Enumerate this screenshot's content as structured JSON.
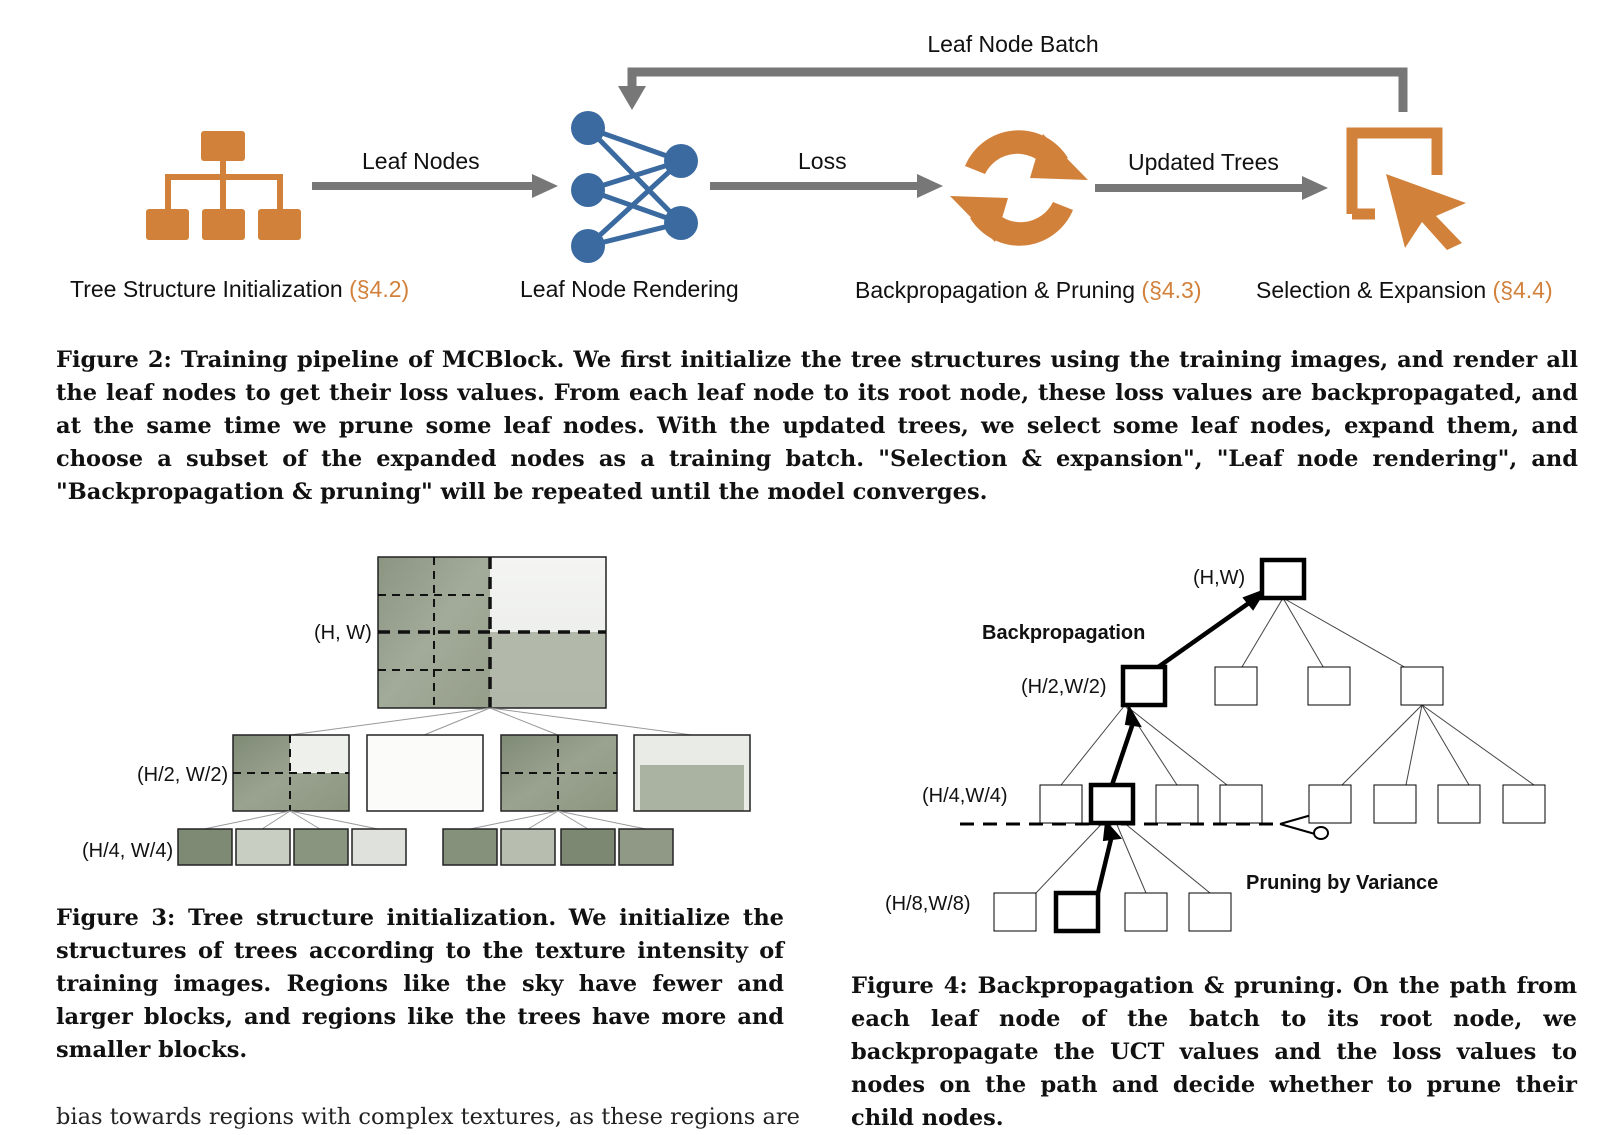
{
  "fig2": {
    "feedback_label": "Leaf Node Batch",
    "arrow_labels": [
      "Leaf Nodes",
      "Loss",
      "Updated Trees"
    ],
    "stages": [
      {
        "name": "Tree Structure Initialization",
        "ref": "(§4.2)",
        "icon": "tree-structure-icon"
      },
      {
        "name": "Leaf Node Rendering",
        "ref": "",
        "icon": "neural-network-icon"
      },
      {
        "name": "Backpropagation & Pruning",
        "ref": "(§4.3)",
        "icon": "refresh-cycle-icon"
      },
      {
        "name": "Selection & Expansion",
        "ref": "(§4.4)",
        "icon": "select-cursor-icon"
      }
    ],
    "colors": {
      "orange": "#d2813b",
      "blue": "#3a6aa0",
      "arrow": "#777777"
    },
    "caption": "Figure 2: Training pipeline of MCBlock. We first initialize the tree structures using the training images, and render all the leaf nodes to get their loss values. From each leaf node to its root node, these loss values are backpropagated, and at the same time we prune some leaf nodes. With the updated trees, we select some leaf nodes, expand them, and choose a subset of the expanded nodes as a training batch. \"Selection & expansion\", \"Leaf node rendering\", and \"Backpropagation & pruning\" will be repeated until the model converges."
  },
  "fig3": {
    "level_labels": [
      "(H, W)",
      "(H/2, W/2)",
      "(H/4, W/4)"
    ],
    "caption": "Figure 3: Tree structure initialization. We initialize the structures of trees according to the texture intensity of training images. Regions like the sky have fewer and larger blocks, and regions like the trees have more and smaller blocks."
  },
  "fig4": {
    "level_labels": [
      "(H,W)",
      "(H/2,W/2)",
      "(H/4,W/4)",
      "(H/8,W/8)"
    ],
    "backprop_label": "Backpropagation",
    "pruning_label": "Pruning by Variance",
    "caption": "Figure 4: Backpropagation & pruning. On the path from each leaf node of the batch to its root node, we backpropagate the UCT values and the loss values to nodes on the path and decide whether to prune their child nodes."
  },
  "body": {
    "text_line": "bias towards regions with complex textures, as these regions are"
  }
}
